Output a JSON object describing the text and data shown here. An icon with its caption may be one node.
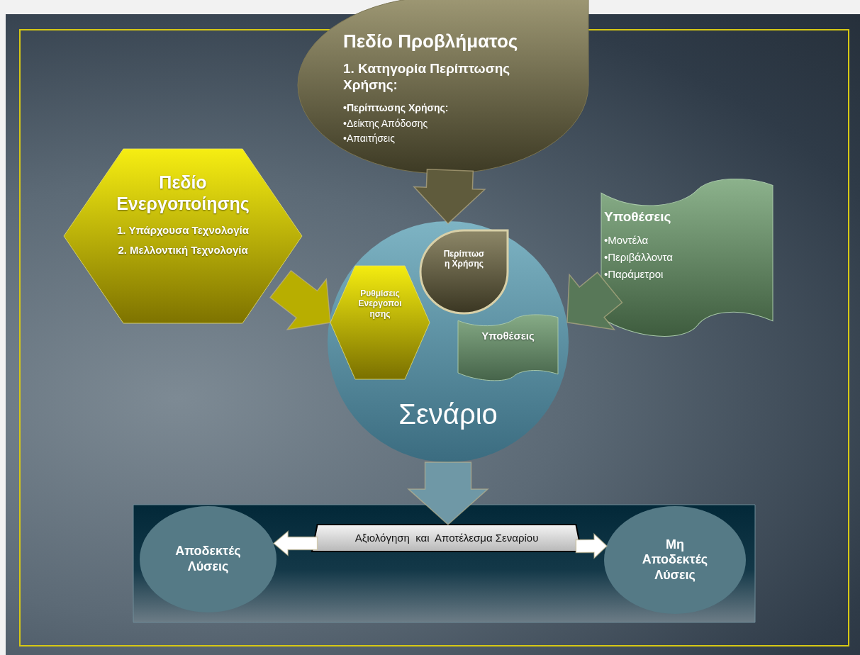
{
  "diagram": {
    "nodes": [
      {
        "text": [
          "Πεδίο Προβλήματος",
          "1. Κατηγορία Περίπτωσης Χρήσης:",
          "•Περίπτωσης Χρήσης:",
          "•Δείκτης Απόδοσης",
          "•Απαιτήσεις"
        ]
      },
      {
        "text": [
          "Πεδίο Ενεργοποίησης",
          "1. Υπάρχουσα Τεχνολογία",
          "2. Μελλοντική Τεχνολογία"
        ]
      },
      {
        "text": [
          "Υποθέσεις",
          "•Μοντέλα",
          "•Περιβάλλοντα",
          "•Παράμετροι"
        ]
      },
      {
        "text": [
          "Σενάριο"
        ]
      },
      {
        "text": [
          "Περίπτωσ η Χρήσης"
        ],
        "in": 3
      },
      {
        "text": [
          "Ρυθμίσεις Ενεργοποι ησης"
        ],
        "in": 3
      },
      {
        "text": [
          "Υποθέσεις"
        ],
        "in": 3
      },
      {
        "text": [],
        "shape": "box"
      },
      {
        "text": [
          "Αξιολόγηση  και  Αποτέλεσμα Σεναρίου"
        ],
        "in": 7
      },
      {
        "text": [
          "Αποδεκτές Λύσεις"
        ],
        "in": 7
      },
      {
        "text": [
          "Μη Αποδεκτές Λύσεις"
        ],
        "in": 7
      }
    ],
    "edges": [
      {
        "from": 0,
        "to": 3,
        "arrow": "to",
        "color": "#5f5b3c"
      },
      {
        "from": 1,
        "to": 5,
        "arrow": "to",
        "color": "#b8ae00"
      },
      {
        "from": 2,
        "to": 3,
        "arrow": "to",
        "color": "#587858"
      },
      {
        "from": 3,
        "to": 8,
        "arrow": "to",
        "color": "#6f98a6"
      },
      {
        "from": 8,
        "to": 9,
        "arrow": "to",
        "color": "#ffffff"
      },
      {
        "from": 8,
        "to": 10,
        "arrow": "to",
        "color": "#ffffff"
      }
    ]
  }
}
